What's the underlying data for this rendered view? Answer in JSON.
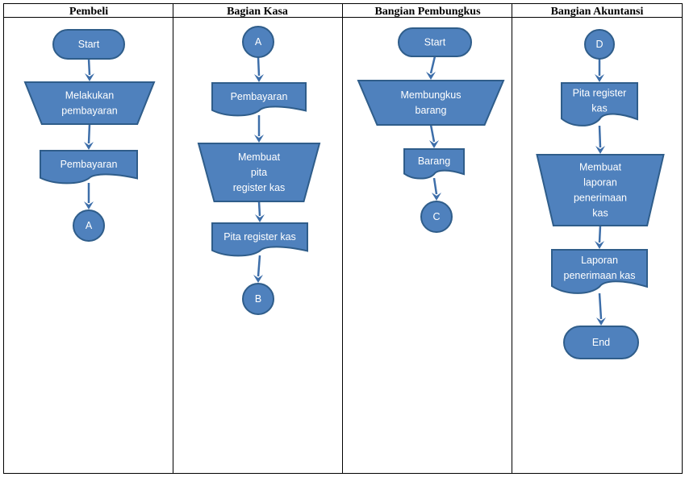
{
  "lanes": [
    {
      "title": "Pembeli"
    },
    {
      "title": "Bagian Kasa"
    },
    {
      "title": "Bangian Pembungkus"
    },
    {
      "title": "Bangian Akuntansi"
    }
  ],
  "nodes": {
    "start1": {
      "lines": [
        "Start"
      ],
      "kind": "terminator"
    },
    "bayar1": {
      "lines": [
        "Melakukan",
        "pembayaran"
      ],
      "kind": "manual-operation"
    },
    "doc1": {
      "lines": [
        "Pembayaran"
      ],
      "kind": "document"
    },
    "conA1": {
      "lines": [
        "A"
      ],
      "kind": "connector"
    },
    "conA2": {
      "lines": [
        "A"
      ],
      "kind": "connector"
    },
    "doc2": {
      "lines": [
        "Pembayaran"
      ],
      "kind": "document"
    },
    "buat2": {
      "lines": [
        "Membuat",
        "pita",
        "register kas"
      ],
      "kind": "manual-operation"
    },
    "doc3": {
      "lines": [
        "Pita register kas"
      ],
      "kind": "document"
    },
    "conB": {
      "lines": [
        "B"
      ],
      "kind": "connector"
    },
    "start3": {
      "lines": [
        "Start"
      ],
      "kind": "terminator"
    },
    "bungkus": {
      "lines": [
        "Membungkus",
        "barang"
      ],
      "kind": "manual-operation"
    },
    "doc4": {
      "lines": [
        "Barang"
      ],
      "kind": "document"
    },
    "conC": {
      "lines": [
        "C"
      ],
      "kind": "connector"
    },
    "conD": {
      "lines": [
        "D"
      ],
      "kind": "connector"
    },
    "doc5": {
      "lines": [
        "Pita register",
        "kas"
      ],
      "kind": "document"
    },
    "laporan": {
      "lines": [
        "Membuat",
        "laporan",
        "penerimaan",
        "kas"
      ],
      "kind": "manual-operation"
    },
    "doc6": {
      "lines": [
        "Laporan",
        "penerimaan kas"
      ],
      "kind": "document"
    },
    "end": {
      "lines": [
        "End"
      ],
      "kind": "terminator"
    }
  },
  "edges": [
    [
      "start1",
      "bayar1"
    ],
    [
      "bayar1",
      "doc1"
    ],
    [
      "doc1",
      "conA1"
    ],
    [
      "conA2",
      "doc2"
    ],
    [
      "doc2",
      "buat2"
    ],
    [
      "buat2",
      "doc3"
    ],
    [
      "doc3",
      "conB"
    ],
    [
      "start3",
      "bungkus"
    ],
    [
      "bungkus",
      "doc4"
    ],
    [
      "doc4",
      "conC"
    ],
    [
      "conD",
      "doc5"
    ],
    [
      "doc5",
      "laporan"
    ],
    [
      "laporan",
      "doc6"
    ],
    [
      "doc6",
      "end"
    ]
  ],
  "colors": {
    "fill": "#4f81bd",
    "stroke": "#2f5d8a",
    "arrow": "#3d6ea9",
    "text": "#ffffff"
  }
}
